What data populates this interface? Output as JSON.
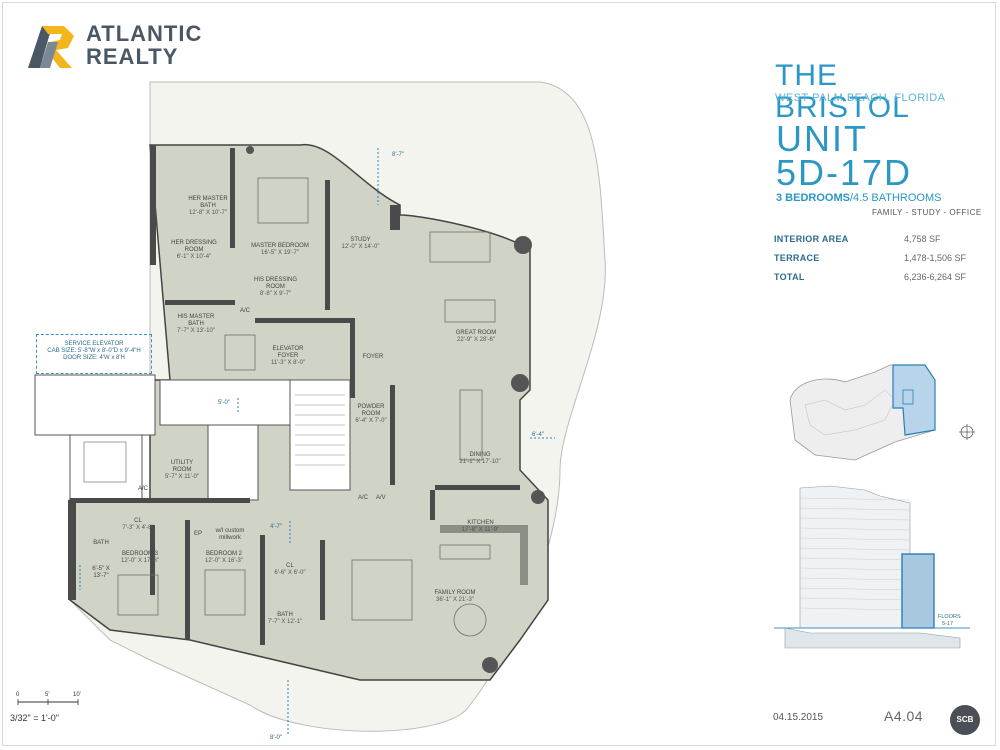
{
  "brand": {
    "name_line1": "ATLANTIC",
    "name_line2": "REALTY",
    "colors": {
      "primary": "#4a5866",
      "accent": "#f2b51c"
    }
  },
  "project": {
    "name": "THE BRISTOL",
    "location": "WEST PALM BEACH, FLORIDA"
  },
  "unit": {
    "label": "UNIT",
    "code": "5D-17D",
    "bedrooms": "3 BEDROOMS",
    "bathrooms": "/4.5 BATHROOMS",
    "extras": "FAMILY - STUDY - OFFICE"
  },
  "areas": [
    {
      "name": "INTERIOR AREA",
      "value": "4,758 SF"
    },
    {
      "name": "TERRACE",
      "value": "1,478-1,506 SF"
    },
    {
      "name": "TOTAL",
      "value": "6,236-6,264 SF"
    }
  ],
  "elevation": {
    "floors_label": "FLOORS",
    "floors_range": "5-17"
  },
  "footer": {
    "date": "04.15.2015",
    "sheet": "A4.04",
    "badge": "SCB"
  },
  "scale": {
    "ticks": [
      "0",
      "5'",
      "10'"
    ],
    "label": "3/32\" = 1'-0\""
  },
  "rooms": {
    "her_bath": {
      "name": "HER MASTER BATH",
      "dim": "12'-8\" x 10'-7\""
    },
    "her_dressing": {
      "name": "HER DRESSING ROOM",
      "dim": "6'-1\" x 10'-4\""
    },
    "master_bedroom": {
      "name": "MASTER BEDROOM",
      "dim": "16'-5\" x 19'-7\""
    },
    "study": {
      "name": "STUDY",
      "dim": "12'-0\" x 14'-0\""
    },
    "his_dressing": {
      "name": "HIS DRESSING ROOM",
      "dim": "8'-8\" x 9'-7\""
    },
    "his_bath": {
      "name": "HIS MASTER BATH",
      "dim": "7'-7\" x 13'-10\""
    },
    "great_room": {
      "name": "GREAT ROOM",
      "dim": "22'-9\" x 28'-6\""
    },
    "elevator_foyer": {
      "name": "ELEVATOR FOYER",
      "dim": "11'-3\" x 8'-0\""
    },
    "foyer": {
      "name": "FOYER",
      "dim": ""
    },
    "powder": {
      "name": "POWDER ROOM",
      "dim": "6'-4\" x 7'-0\""
    },
    "dining": {
      "name": "DINING",
      "dim": "21'-1\" x 17'-10\""
    },
    "utility": {
      "name": "UTILITY ROOM",
      "dim": "5'-7\" x 11'-0\""
    },
    "kitchen": {
      "name": "KITCHEN",
      "dim": "17'-8\" x 11'-9\""
    },
    "bedroom3": {
      "name": "BEDROOM 3",
      "dim": "12'-0\" x 17'-8\""
    },
    "bedroom2": {
      "name": "BEDROOM 2",
      "dim": "12'-0\" x 16'-3\""
    },
    "family_room": {
      "name": "FAMILY ROOM",
      "dim": "36'-1\" x 21'-3\""
    },
    "bath2": {
      "name": "BATH",
      "dim": "7'-7\" x 12'-1\""
    },
    "cl1": {
      "name": "CL",
      "dim": "7'-3\" x 4'-8\""
    },
    "cl2": {
      "name": "CL",
      "dim": "6'-6\" x 6'-0\""
    },
    "bath3": {
      "name": "BATH",
      "dim": ""
    },
    "bath3_dim": {
      "name": "6'-5\" x 13'-7\"",
      "dim": ""
    }
  },
  "service_elevator": {
    "line1": "SERVICE ELEVATOR",
    "line2": "CAB SIZE: 5'-8\"W x 8'-0\"D x 9'-4\"H",
    "line3": "DOOR SIZE: 4'W x 8'H"
  },
  "annotations": {
    "ac1": "A/C",
    "ac2": "A/C",
    "ac3": "A/C",
    "av": "A/V",
    "ep": "EP",
    "millwork": "w/I custom millwork",
    "dim_top": "8'-7\"",
    "dim_hall": "5'-0\"",
    "dim_right": "6'-4\"",
    "dim_mid": "4'-7\"",
    "dim_bottom": "8'-0\""
  }
}
